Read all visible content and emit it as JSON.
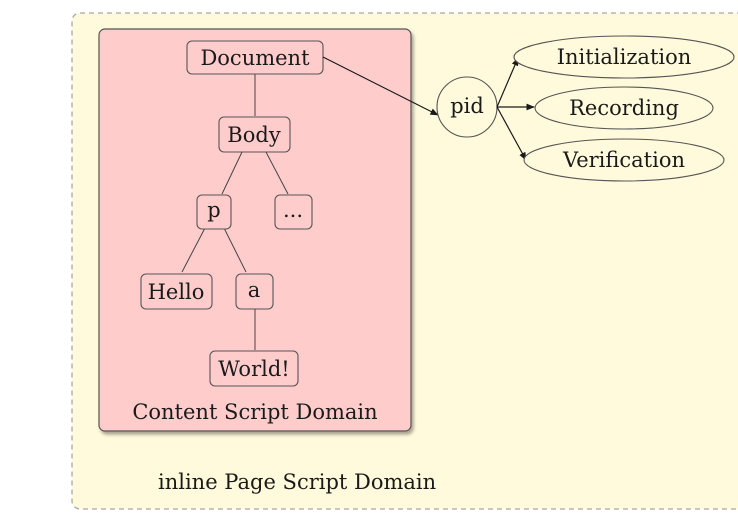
{
  "outer_domain": {
    "label": "inline Page Script Domain"
  },
  "content_domain": {
    "label": "Content Script Domain"
  },
  "tree": {
    "document": "Document",
    "body": "Body",
    "p": "p",
    "ellipsis": "...",
    "hello": "Hello",
    "a": "a",
    "world": "World!"
  },
  "pid": {
    "label": "pid"
  },
  "pid_targets": [
    "Initialization",
    "Recording",
    "Verification"
  ],
  "colors": {
    "outer_fill": "#fffadb",
    "outer_border": "#a8a8a8",
    "content_fill": "#ffcccc",
    "content_border": "#555555",
    "node_border": "#555555"
  }
}
